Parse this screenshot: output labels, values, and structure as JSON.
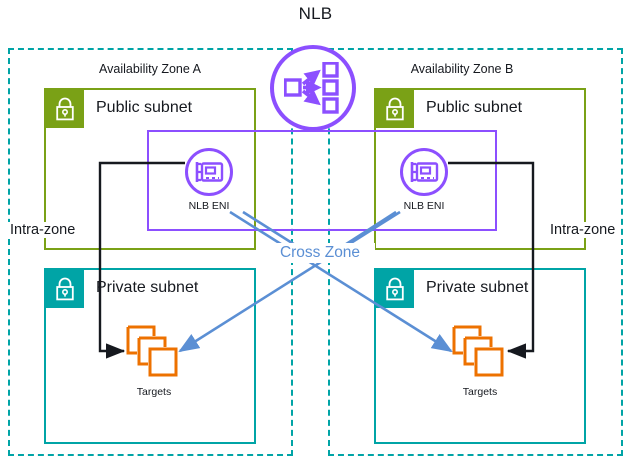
{
  "diagram": {
    "title": "NLB",
    "cross_zone_label": "Cross Zone",
    "colors": {
      "aws_purple": "#8c4fff",
      "aws_green": "#7aa116",
      "aws_teal": "#00a4a6",
      "aws_orange": "#ed7100",
      "cross_zone_blue": "#5b8fd4",
      "line_black": "#16191f",
      "background": "#ffffff"
    }
  },
  "availability_zones": [
    {
      "id": "az-a",
      "label": "Availability Zone A",
      "intra_zone_label": "Intra-zone",
      "public_subnet": {
        "label": "Public subnet",
        "lock_icon": "lock-icon",
        "eni": {
          "label": "NLB ENI",
          "icon": "network-interface-icon"
        }
      },
      "private_subnet": {
        "label": "Private subnet",
        "lock_icon": "lock-icon",
        "targets": {
          "label": "Targets",
          "icon": "targets-stack-icon"
        }
      }
    },
    {
      "id": "az-b",
      "label": "Availability Zone B",
      "intra_zone_label": "Intra-zone",
      "public_subnet": {
        "label": "Public subnet",
        "lock_icon": "lock-icon",
        "eni": {
          "label": "NLB ENI",
          "icon": "network-interface-icon"
        }
      },
      "private_subnet": {
        "label": "Private subnet",
        "lock_icon": "lock-icon",
        "targets": {
          "label": "Targets",
          "icon": "targets-stack-icon"
        }
      }
    }
  ],
  "nlb": {
    "label": "NLB",
    "icon": "network-load-balancer-icon"
  }
}
